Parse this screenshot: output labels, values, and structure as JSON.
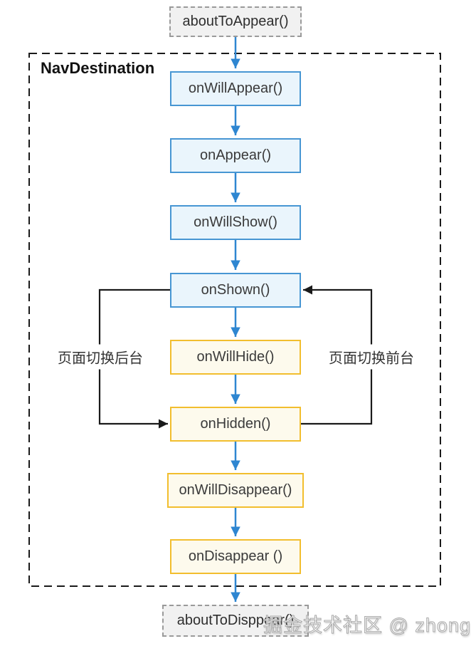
{
  "diagram": {
    "container_title": "NavDestination",
    "entry_node": {
      "label": "aboutToAppear()"
    },
    "exit_node": {
      "label": "aboutToDisppear()"
    },
    "lifecycle_nodes": [
      {
        "label": "onWillAppear()",
        "style": "blue"
      },
      {
        "label": "onAppear()",
        "style": "blue"
      },
      {
        "label": "onWillShow()",
        "style": "blue"
      },
      {
        "label": "onShown()",
        "style": "blue"
      },
      {
        "label": "onWillHide()",
        "style": "yellow"
      },
      {
        "label": "onHidden()",
        "style": "yellow"
      },
      {
        "label": "onWillDisappear()",
        "style": "yellow"
      },
      {
        "label": "onDisappear ()",
        "style": "yellow"
      }
    ],
    "loop_left": {
      "label": "页面切换后台",
      "from": "onShown()",
      "to": "onHidden()"
    },
    "loop_right": {
      "label": "页面切换前台",
      "from": "onHidden()",
      "to": "onShown()"
    },
    "edges": [
      {
        "from": "aboutToAppear()",
        "to": "onWillAppear()",
        "type": "flow"
      },
      {
        "from": "onWillAppear()",
        "to": "onAppear()",
        "type": "flow"
      },
      {
        "from": "onAppear()",
        "to": "onWillShow()",
        "type": "flow"
      },
      {
        "from": "onWillShow()",
        "to": "onShown()",
        "type": "flow"
      },
      {
        "from": "onShown()",
        "to": "onWillHide()",
        "type": "flow"
      },
      {
        "from": "onWillHide()",
        "to": "onHidden()",
        "type": "flow"
      },
      {
        "from": "onHidden()",
        "to": "onWillDisappear()",
        "type": "flow"
      },
      {
        "from": "onWillDisappear()",
        "to": "onDisappear ()",
        "type": "flow"
      },
      {
        "from": "onDisappear ()",
        "to": "aboutToDisppear()",
        "type": "flow"
      },
      {
        "from": "onShown()",
        "to": "onHidden()",
        "label": "页面切换后台",
        "type": "loop"
      },
      {
        "from": "onHidden()",
        "to": "onShown()",
        "label": "页面切换前台",
        "type": "loop"
      }
    ],
    "colors": {
      "blue_border": "#4796d3",
      "blue_fill": "#eaf5fc",
      "blue_arrow": "#2e86d1",
      "yellow_border": "#f2be2e",
      "yellow_fill": "#fdfaed",
      "black_line": "#1a1a1a",
      "gray_box_fill": "#f1f1f1",
      "gray_box_border": "#9a9a9a"
    }
  },
  "watermark": {
    "text": "掘金技术社区 @ zhongzx"
  }
}
